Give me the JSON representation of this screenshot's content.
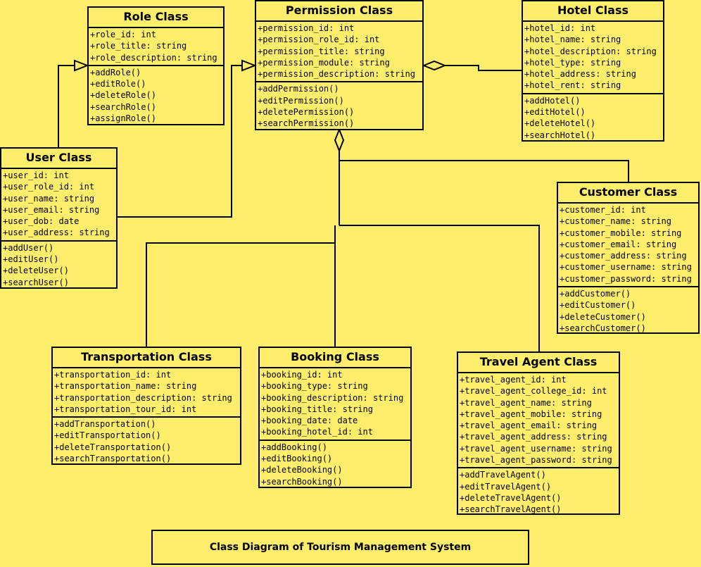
{
  "caption": "Class Diagram of Tourism Management System",
  "classes": [
    {
      "id": "role",
      "name": "Role Class",
      "attributes": [
        "+role_id: int",
        "+role_title: string",
        "+role_description: string"
      ],
      "methods": [
        "+addRole()",
        "+editRole()",
        "+deleteRole()",
        "+searchRole()",
        "+assignRole()"
      ]
    },
    {
      "id": "permission",
      "name": "Permission Class",
      "attributes": [
        "+permission_id: int",
        "+permission_role_id: int",
        "+permission_title: string",
        "+permission_module: string",
        "+permission_description: string"
      ],
      "methods": [
        "+addPermission()",
        "+editPermission()",
        "+deletePermission()",
        "+searchPermission()"
      ]
    },
    {
      "id": "hotel",
      "name": "Hotel Class",
      "attributes": [
        "+hotel_id: int",
        "+hotel_name: string",
        "+hotel_description: string",
        "+hotel_type: string",
        "+hotel_address: string",
        "+hotel_rent: string"
      ],
      "methods": [
        "+addHotel()",
        "+editHotel()",
        "+deleteHotel()",
        "+searchHotel()"
      ]
    },
    {
      "id": "user",
      "name": "User Class",
      "attributes": [
        "+user_id: int",
        "+user_role_id: int",
        "+user_name: string",
        "+user_email: string",
        "+user_dob: date",
        "+user_address: string"
      ],
      "methods": [
        "+addUser()",
        "+editUser()",
        "+deleteUser()",
        "+searchUser()"
      ]
    },
    {
      "id": "customer",
      "name": "Customer Class",
      "attributes": [
        "+customer_id: int",
        "+customer_name: string",
        "+customer_mobile: string",
        "+customer_email: string",
        "+customer_address: string",
        "+customer_username: string",
        "+customer_password: string"
      ],
      "methods": [
        "+addCustomer()",
        "+editCustomer()",
        "+deleteCustomer()",
        "+searchCustomer()"
      ]
    },
    {
      "id": "transportation",
      "name": "Transportation Class",
      "attributes": [
        "+transportation_id: int",
        "+transportation_name: string",
        "+transportation_description: string",
        "+transportation_tour_id: int"
      ],
      "methods": [
        "+addTransportation()",
        "+editTransportation()",
        "+deleteTransportation()",
        "+searchTransportation()"
      ]
    },
    {
      "id": "booking",
      "name": "Booking Class",
      "attributes": [
        "+booking_id: int",
        "+booking_type: string",
        "+booking_description: string",
        "+booking_title: string",
        "+booking_date: date",
        "+booking_hotel_id: int"
      ],
      "methods": [
        "+addBooking()",
        "+editBooking()",
        "+deleteBooking()",
        "+searchBooking()"
      ]
    },
    {
      "id": "travelagent",
      "name": "Travel Agent Class",
      "attributes": [
        "+travel_agent_id: int",
        "+travel_agent_college_id: int",
        "+travel_agent_name: string",
        "+travel_agent_mobile: string",
        "+travel_agent_email: string",
        "+travel_agent_address: string",
        "+travel_agent_username: string",
        "+travel_agent_password: string"
      ],
      "methods": [
        "+addTravelAgent()",
        "+editTravelAgent()",
        "+deleteTravelAgent()",
        "+searchTravelAgent()"
      ]
    }
  ],
  "relations": [
    {
      "from": "user",
      "to": "role",
      "type": "generalization"
    },
    {
      "from": "user",
      "to": "permission",
      "type": "generalization"
    },
    {
      "from": "hotel",
      "to": "permission",
      "type": "aggregation"
    },
    {
      "from": "customer",
      "to": "permission",
      "type": "aggregation"
    },
    {
      "from": "transportation",
      "to": "permission",
      "type": "aggregation"
    },
    {
      "from": "booking",
      "to": "permission",
      "type": "aggregation"
    },
    {
      "from": "travelagent",
      "to": "permission",
      "type": "aggregation"
    }
  ]
}
